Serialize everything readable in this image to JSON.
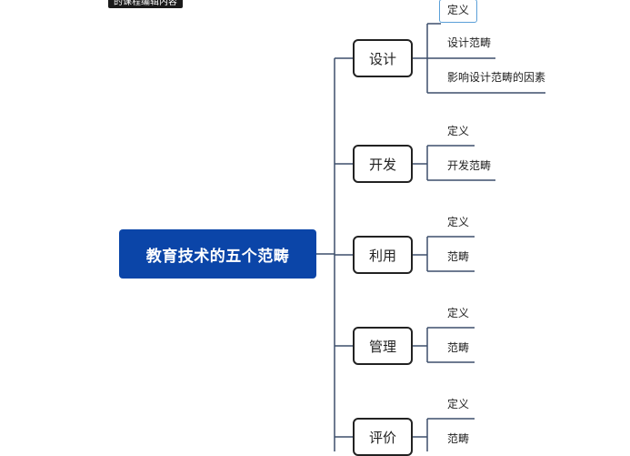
{
  "header": {
    "badge_text": "的课程编辑内容"
  },
  "mindmap": {
    "root": "教育技术的五个范畴",
    "branches": [
      {
        "label": "设计",
        "leaves": [
          "定义",
          "设计范畴",
          "影响设计范畴的因素"
        ]
      },
      {
        "label": "开发",
        "leaves": [
          "定义",
          "开发范畴"
        ]
      },
      {
        "label": "利用",
        "leaves": [
          "定义",
          "范畴"
        ]
      },
      {
        "label": "管理",
        "leaves": [
          "定义",
          "范畴"
        ]
      },
      {
        "label": "评价",
        "leaves": [
          "定义",
          "范畴"
        ]
      }
    ]
  },
  "colors": {
    "root_fill": "#0b45a8",
    "connector": "#3d4f6b",
    "leaf_highlight_border": "#5ba0d8"
  }
}
